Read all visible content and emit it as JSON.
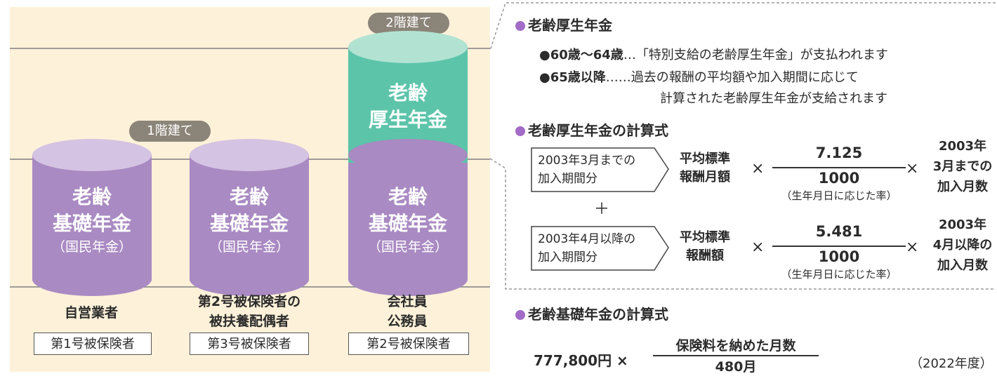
{
  "left": {
    "pill_one_floor": "1階建て",
    "pill_two_floors": "2階建て",
    "kiso_label": {
      "line1": "老齢",
      "line2": "基礎年金",
      "line3": "（国民年金）"
    },
    "kosei_label": {
      "line1": "老齢",
      "line2": "厚生年金"
    },
    "columns": [
      {
        "caption_line1": "自営業者",
        "caption_line2": "",
        "tag": "第1号被保険者"
      },
      {
        "caption_line1": "第2号被保険者の",
        "caption_line2": "被扶養配偶者",
        "tag": "第3号被保険者"
      },
      {
        "caption_line1": "会社員",
        "caption_line2": "公務員",
        "tag": "第2号被保険者"
      }
    ]
  },
  "right": {
    "section1_title": "老齢厚生年金",
    "s1_line1_lead": "●60歳〜64歳",
    "s1_line1_rest": "…「特別支給の老齢厚生年金」が支払われます",
    "s1_line2_lead": "●65歳以降",
    "s1_line2_rest": "……過去の報酬の平均額や加入期間に応じて",
    "s1_line3": "計算された老齢厚生年金が支給されます",
    "section2_title": "老齢厚生年金の計算式",
    "row1": {
      "box_line1": "2003年3月までの",
      "box_line2": "加入期間分",
      "term_line1": "平均標準",
      "term_line2": "報酬月額",
      "times": "×",
      "numerator": "7.125",
      "denominator": "1000",
      "note": "（生年月日に応じた率）",
      "times2": "×",
      "end_line1": "2003年",
      "end_line2": "3月までの",
      "end_line3": "加入月数"
    },
    "plus": "＋",
    "row2": {
      "box_line1": "2003年4月以降の",
      "box_line2": "加入期間分",
      "term_line1": "平均標準",
      "term_line2": "報酬額",
      "times": "×",
      "numerator": "5.481",
      "denominator": "1000",
      "note": "（生年月日に応じた率）",
      "times2": "×",
      "end_line1": "2003年",
      "end_line2": "4月以降の",
      "end_line3": "加入月数"
    },
    "section3_title": "老齢基礎年金の計算式",
    "formula_left": "777,800円 ×",
    "formula_numerator": "保険料を納めた月数",
    "formula_denominator": "480月",
    "year_note": "（2022年度）"
  }
}
